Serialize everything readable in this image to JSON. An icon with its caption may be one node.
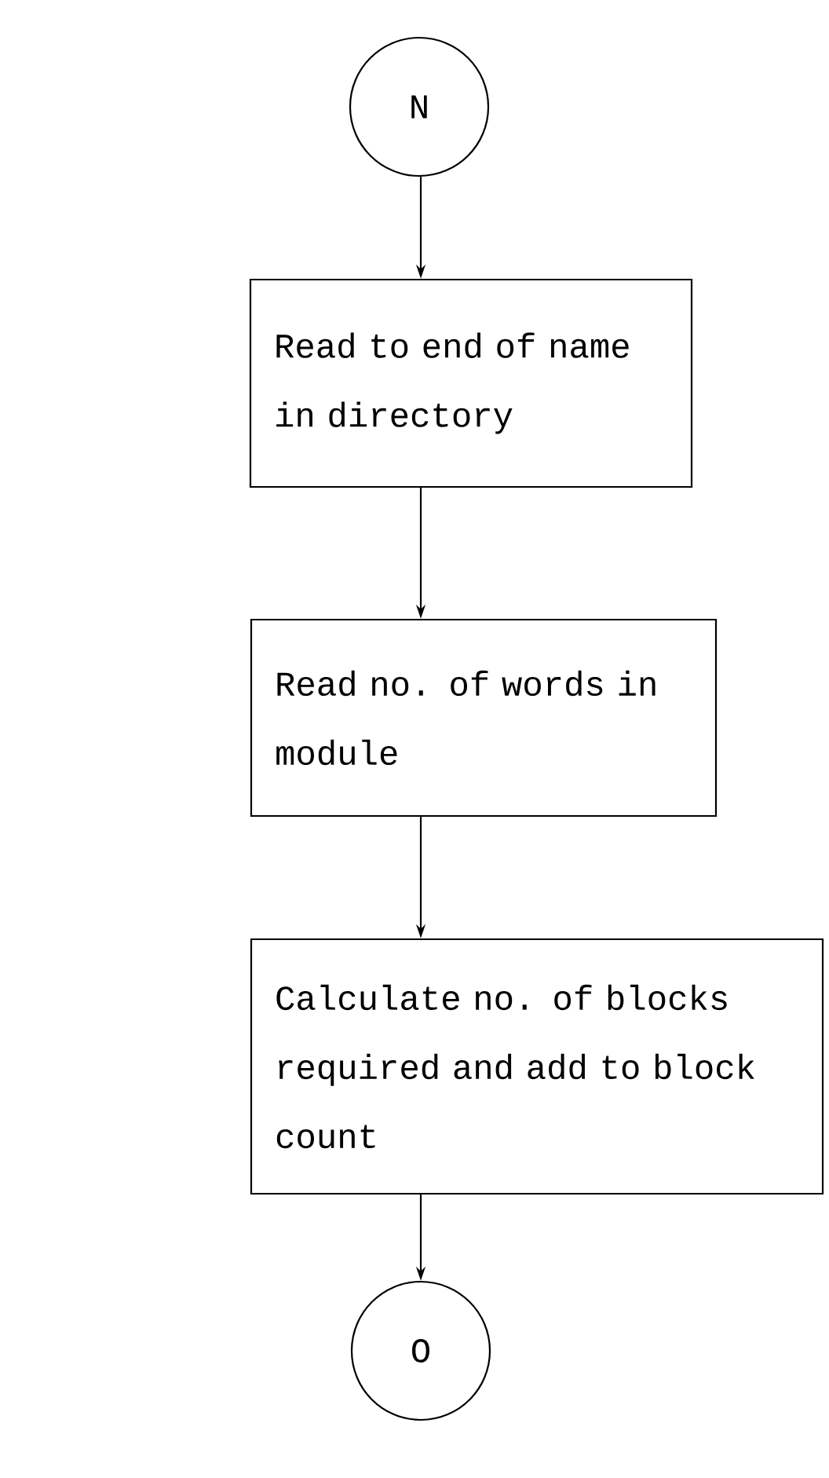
{
  "diagram": {
    "nodes": [
      {
        "text": [
          "N"
        ]
      },
      {
        "text": [
          "Read to end of name in directory"
        ]
      },
      {
        "text": [
          "Read no. of words in module"
        ]
      },
      {
        "text": [
          "Calculate no. of blocks required and add to block count"
        ]
      },
      {
        "text": [
          "O"
        ]
      }
    ],
    "edges": [
      {
        "from": 0,
        "to": 1,
        "arrow": "to"
      },
      {
        "from": 1,
        "to": 2,
        "arrow": "to"
      },
      {
        "from": 2,
        "to": 3,
        "arrow": "to"
      },
      {
        "from": 3,
        "to": 4,
        "arrow": "to"
      }
    ]
  }
}
